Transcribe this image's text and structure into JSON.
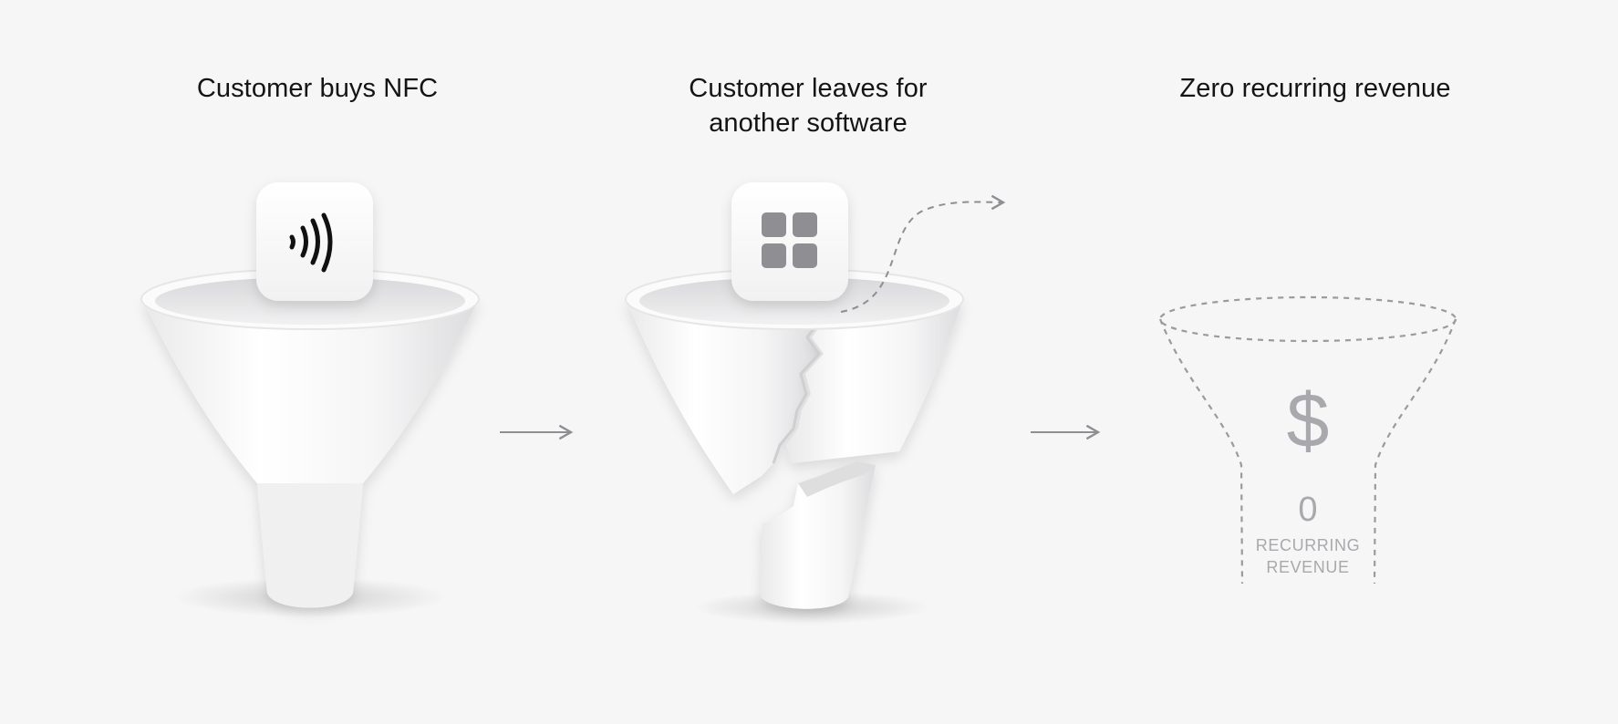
{
  "steps": [
    {
      "title": "Customer buys NFC",
      "icon": "nfc-contactless-icon"
    },
    {
      "title": "Customer leaves for another software",
      "icon": "app-grid-icon"
    },
    {
      "title": "Zero recurring revenue",
      "icon": "dollar-sign-icon"
    }
  ],
  "revenue": {
    "currency_symbol": "$",
    "value": "0",
    "label_line1": "RECURRING",
    "label_line2": "REVENUE"
  },
  "colors": {
    "background": "#f6f6f6",
    "funnel": "#ffffff",
    "accent_gray": "#8e8e93",
    "dashed": "#9a9a9f"
  }
}
